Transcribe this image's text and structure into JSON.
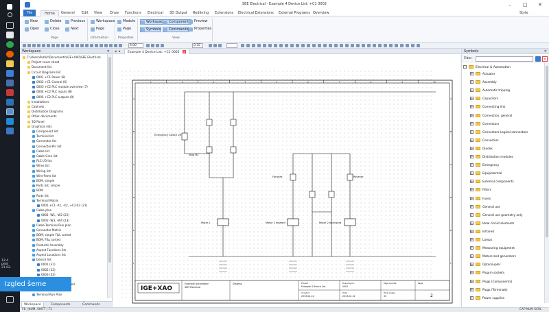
{
  "taskbar": {
    "clock_time": "12:4",
    "clock_day": "petk",
    "clock_date": "21.02."
  },
  "overlay_label": "Izgled šeme",
  "window": {
    "title": "SEE Electrical - Example 4 Device List: +C1 0002",
    "style_label": "Style"
  },
  "menu": {
    "file": "File",
    "tabs": [
      "Home",
      "General",
      "Edit",
      "View",
      "Draw",
      "Functions",
      "Electrical",
      "3D Output",
      "Redlining",
      "Extensions",
      "Electrical Extensions",
      "External Programs",
      "Overview"
    ]
  },
  "ribbon": {
    "page_buttons": [
      "New",
      "Delete",
      "Previous",
      "Open",
      "Close",
      "Next"
    ],
    "info_buttons": [
      "Workspace",
      "Page"
    ],
    "prop_buttons": [
      "Module",
      "Page"
    ],
    "view_buttons": [
      "Workspace",
      "Components",
      "Preview",
      "Symbols",
      "Commands",
      "Properties"
    ],
    "groups": [
      "Page",
      "Information",
      "Properties",
      "View"
    ]
  },
  "toolbar": {
    "zoom": "6.00",
    "line_width": "0.35"
  },
  "workspace": {
    "title": "Workspace",
    "tree": [
      {
        "level": 0,
        "label": "C:\\Users\\Public\\Documents\\IGE+XAO\\SEE Electrical",
        "kind": "root"
      },
      {
        "level": 1,
        "label": "Project cover sheet",
        "kind": "folder"
      },
      {
        "level": 1,
        "label": "Document list",
        "kind": "folder"
      },
      {
        "level": 1,
        "label": "Circuit Diagrams IEC",
        "kind": "folder"
      },
      {
        "level": 2,
        "label": "0001 +C1 Power (8)",
        "kind": "page"
      },
      {
        "level": 2,
        "label": "0002 +C1 Control (6)",
        "kind": "page"
      },
      {
        "level": 2,
        "label": "0003 +C2 PLC module overview (7)",
        "kind": "page"
      },
      {
        "level": 2,
        "label": "0004 +C2 PLC inputs (8)",
        "kind": "page"
      },
      {
        "level": 2,
        "label": "0005 +C2 PLC outputs (9)",
        "kind": "page"
      },
      {
        "level": 1,
        "label": "Installations",
        "kind": "folder"
      },
      {
        "level": 1,
        "label": "Cabinets",
        "kind": "folder"
      },
      {
        "level": 1,
        "label": "Distribution Diagrams",
        "kind": "folder"
      },
      {
        "level": 1,
        "label": "Other documents",
        "kind": "folder"
      },
      {
        "level": 1,
        "label": "3D Panel",
        "kind": "folder"
      },
      {
        "level": 1,
        "label": "Graphical lists",
        "kind": "folder"
      },
      {
        "level": 2,
        "label": "Component list",
        "kind": "list"
      },
      {
        "level": 2,
        "label": "Terminal list",
        "kind": "list"
      },
      {
        "level": 2,
        "label": "Connector list",
        "kind": "list"
      },
      {
        "level": 2,
        "label": "Connector-Pin list",
        "kind": "list"
      },
      {
        "level": 2,
        "label": "Cable list",
        "kind": "list"
      },
      {
        "level": 2,
        "label": "Cable-Core list",
        "kind": "list"
      },
      {
        "level": 2,
        "label": "PLC I/O list",
        "kind": "list"
      },
      {
        "level": 2,
        "label": "Wires list",
        "kind": "list"
      },
      {
        "level": 2,
        "label": "Wiring list",
        "kind": "list"
      },
      {
        "level": 2,
        "label": "Wire-Parts list",
        "kind": "list"
      },
      {
        "level": 2,
        "label": "BOM, simple",
        "kind": "list"
      },
      {
        "level": 2,
        "label": "Parts list, simple",
        "kind": "list"
      },
      {
        "level": 2,
        "label": "BOM",
        "kind": "list"
      },
      {
        "level": 2,
        "label": "Parts list",
        "kind": "list"
      },
      {
        "level": 2,
        "label": "Terminal Matrix",
        "kind": "list"
      },
      {
        "level": 3,
        "label": "0001 +C1 -X1, -X2, +C2-X3 (21)",
        "kind": "page"
      },
      {
        "level": 2,
        "label": "Cable plan",
        "kind": "list"
      },
      {
        "level": 3,
        "label": "0001 -W1, -W2 (22)",
        "kind": "page"
      },
      {
        "level": 3,
        "label": "0002 -W3, -W4 (23)",
        "kind": "page"
      },
      {
        "level": 2,
        "label": "Cable-Terminal-Run plan",
        "kind": "list"
      },
      {
        "level": 2,
        "label": "Connector Matrix",
        "kind": "list"
      },
      {
        "level": 2,
        "label": "BOM, simple F&L sorted",
        "kind": "list"
      },
      {
        "level": 2,
        "label": "BOM, F&L sorted",
        "kind": "list"
      },
      {
        "level": 2,
        "label": "Products Assembly",
        "kind": "list"
      },
      {
        "level": 2,
        "label": "Aspect Functions list",
        "kind": "list"
      },
      {
        "level": 2,
        "label": "Aspect Locations list",
        "kind": "list"
      },
      {
        "level": 2,
        "label": "Device list",
        "kind": "list"
      },
      {
        "level": 3,
        "label": "0001 (31)",
        "kind": "page"
      },
      {
        "level": 3,
        "label": "0002 (32)",
        "kind": "page"
      },
      {
        "level": 3,
        "label": "0003 (33)",
        "kind": "page"
      },
      {
        "level": 2,
        "label": "Cables list, F&L sorted",
        "kind": "list"
      },
      {
        "level": 2,
        "label": "Cable-Core list, F&L sorted",
        "kind": "list"
      },
      {
        "level": 2,
        "label": "Terminal plan",
        "kind": "list"
      },
      {
        "level": 2,
        "label": "Terminal Run Plan",
        "kind": "list"
      }
    ],
    "tabs": [
      "Workspace",
      "Components",
      "Commands"
    ]
  },
  "document": {
    "tab_label": "Example 4 Device List: +C1 0002",
    "column_numbers": [
      "1",
      "2",
      "3",
      "4",
      "5",
      "6",
      "7",
      "8",
      "9",
      "10"
    ],
    "row_letters": [
      "A",
      "B",
      "C",
      "D",
      "E",
      "F"
    ],
    "devices": {
      "emergency": "Emergency Switch off",
      "stop": "Stop M1",
      "motor1_fwd": "Forward",
      "motor1_rev": "Reverse",
      "k1": "Motor 1",
      "k2": "Motor 2 forward",
      "k3": "Motor 2 backward"
    },
    "title_block": {
      "logo": "IGE+XAO",
      "line1": "Example Automation",
      "line2": "SEE Electrical",
      "drawing_label": "Drawing",
      "project_label": "Project",
      "project_value": "Example 4 Device List",
      "date_label": "Date",
      "date_value": "2013-02-12",
      "drawing_no_label": "Drawing no.",
      "drawing_no": "0002",
      "sheet_label": "Page",
      "sheet_value": "2",
      "next_label": "Page bundle",
      "total_label": "Total pages",
      "total_value": "32",
      "created_label": "Created",
      "created_value": "2013-02-12"
    }
  },
  "symbols": {
    "title": "Symbols",
    "filter_label": "Filter:",
    "root": "Electrical & Automation",
    "items": [
      "Actuator",
      "Assembly",
      "Automatic tripping",
      "Capacitors",
      "Connecting link",
      "Connection, general",
      "Connectors",
      "Connectors-Logical connectors",
      "Converters",
      "Diodes",
      "Distribution modules",
      "Emergency",
      "Equipotential",
      "External components",
      "Filters",
      "Fuses",
      "General use",
      "General use geometry only",
      "Ideal circuit elements",
      "Infrared",
      "Lamps",
      "Measuring equipment",
      "Motors and generators",
      "Optocoupler",
      "Plug-in sockets",
      "Plugs (Components)",
      "Plugs (Terminals)",
      "Power supplies"
    ]
  },
  "status": {
    "left": "F8 | NUM, SHIFT | F1",
    "right": "CAP NUM SCRL"
  }
}
